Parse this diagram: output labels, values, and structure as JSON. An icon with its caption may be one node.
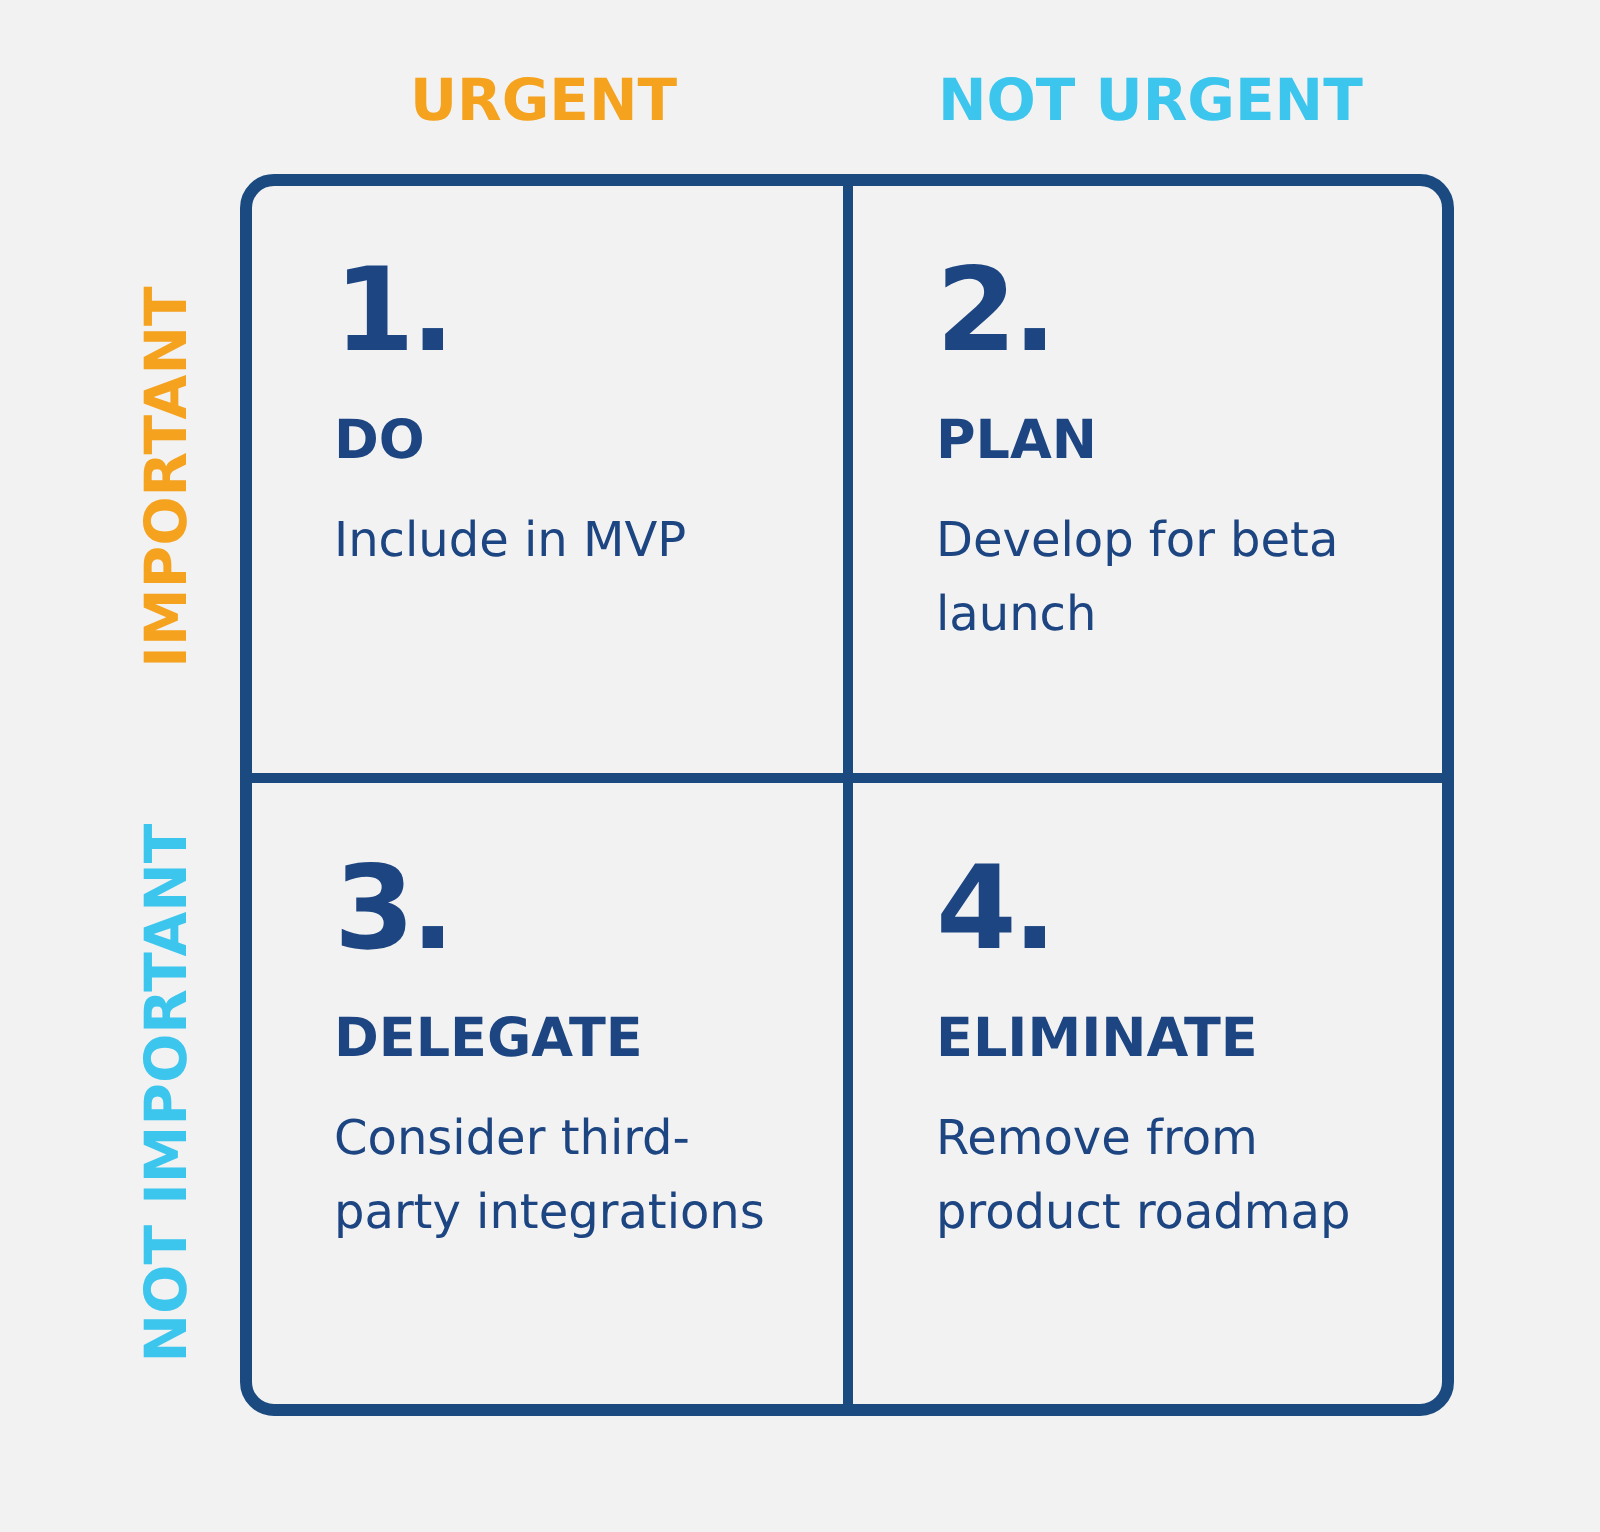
{
  "diagram": {
    "nodes": [
      {
        "text": [
          "1.",
          "DO",
          "Include in MVP"
        ]
      },
      {
        "text": [
          "2.",
          "PLAN",
          "Develop for beta launch"
        ]
      },
      {
        "text": [
          "3.",
          "DELEGATE",
          "Consider third-party integrations"
        ]
      },
      {
        "text": [
          "4.",
          "ELIMINATE",
          "Remove from product roadmap"
        ]
      }
    ],
    "labels": [
      "URGENT",
      "NOT URGENT",
      "IMPORTANT",
      "NOT IMPORTANT"
    ]
  }
}
